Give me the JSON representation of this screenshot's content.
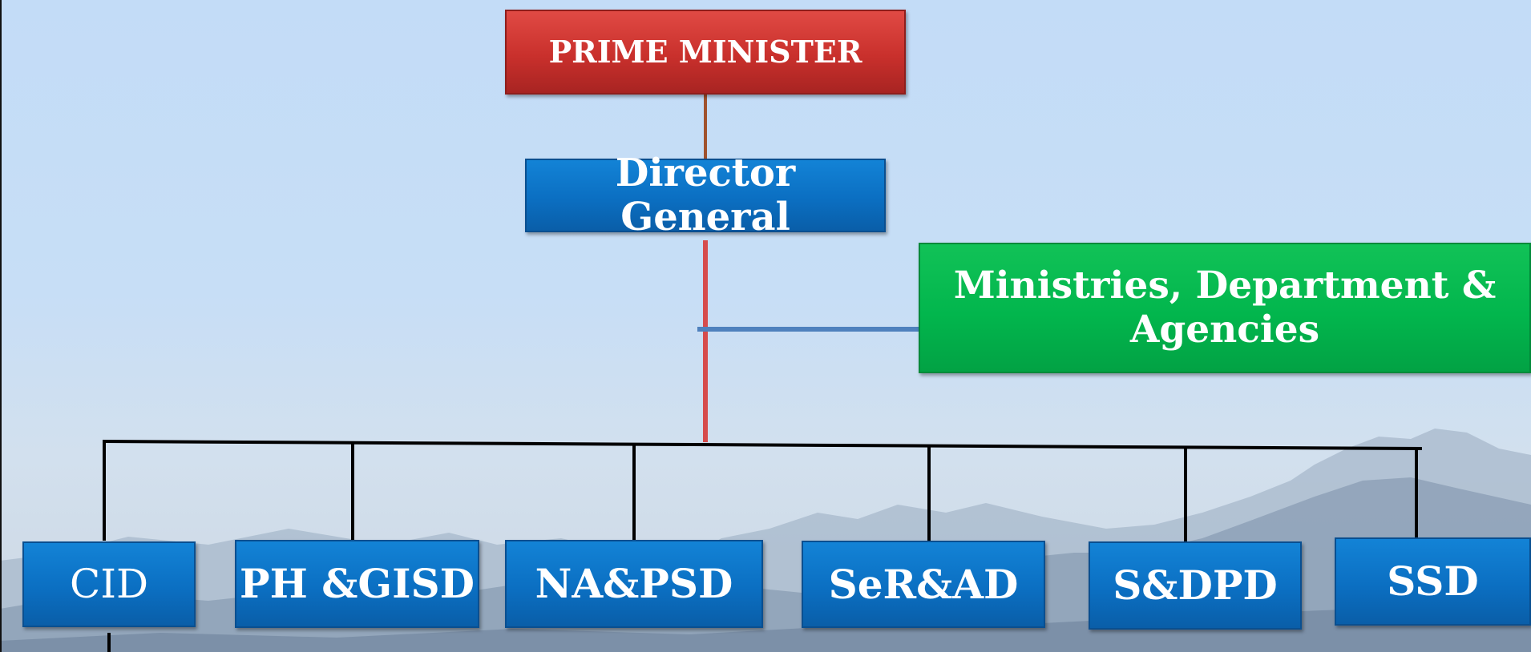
{
  "diagram": {
    "root": {
      "label": "PRIME MINISTER"
    },
    "director": {
      "label": "Director General"
    },
    "side": {
      "label": "Ministries, Department & Agencies"
    },
    "divisions": [
      {
        "label": "CID"
      },
      {
        "label": "PH &GISD"
      },
      {
        "label": "NA&PSD"
      },
      {
        "label": "SeR&AD"
      },
      {
        "label": "S&DPD"
      },
      {
        "label": "SSD"
      }
    ]
  },
  "colors": {
    "root": "#c9302c",
    "director": "#0b6fc2",
    "side": "#02b64d",
    "divisions": "#0b6fc2",
    "connector_pm": "#a0522d",
    "connector_dg": "#d64c4c",
    "connector_side": "#4f81bd",
    "connector_bus": "#000000"
  }
}
